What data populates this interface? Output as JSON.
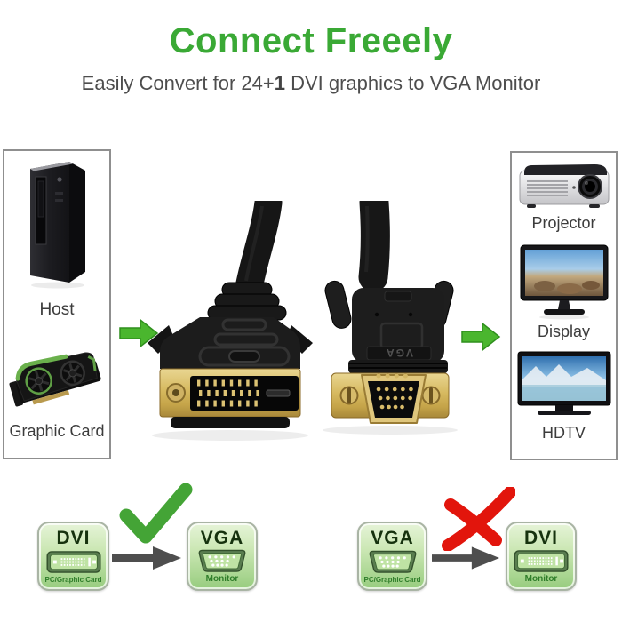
{
  "header": {
    "title": "Connect Freeely",
    "subtitle": {
      "prefix": "Easily Convert for 24+",
      "bold": "1",
      "suffix": " DVI graphics to VGA Monitor"
    }
  },
  "source_panel": {
    "items": [
      {
        "label": "Host"
      },
      {
        "label": "Graphic Card"
      }
    ]
  },
  "target_panel": {
    "items": [
      {
        "label": "Projector"
      },
      {
        "label": "Display"
      },
      {
        "label": "HDTV"
      }
    ]
  },
  "cable": {
    "marking": "VGA"
  },
  "compatibility": [
    {
      "from_port": "DVI",
      "from_device": "PC/Graphic Card",
      "to_port": "VGA",
      "to_device": "Monitor",
      "verdict": "allowed"
    },
    {
      "from_port": "VGA",
      "from_device": "PC/Graphic Card",
      "to_port": "DVI",
      "to_device": "Monitor",
      "verdict": "not-allowed"
    }
  ],
  "colors": {
    "accent_green": "#3aa935",
    "arrow_green": "#4ab62e",
    "check_green": "#44a436",
    "cross_red": "#e2150c",
    "flow_arrow_gray": "#4e4e4e"
  }
}
